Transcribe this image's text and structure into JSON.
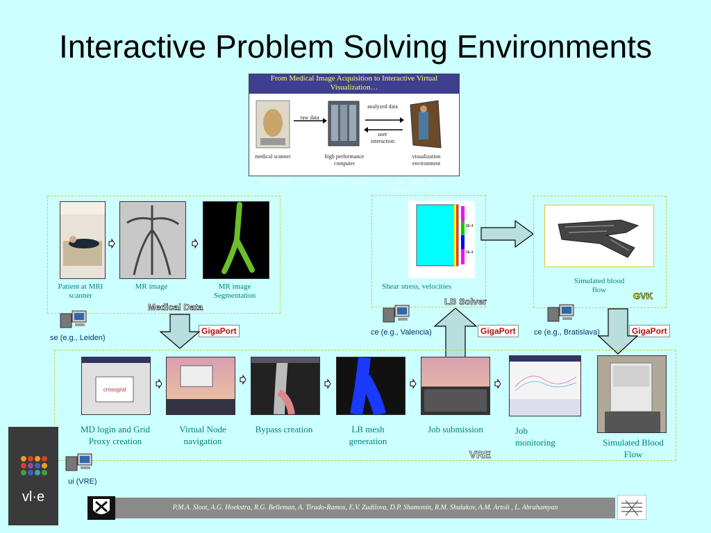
{
  "title": "Interactive Problem Solving Environments",
  "panel": {
    "header": "From Medical Image Acquisition to Interactive Virtual Visualization…",
    "raw_data": "raw data",
    "analyzed_data": "analyzed data",
    "user_interaction": "user interaction",
    "medical_scanner": "medical scanner",
    "hpc": "high performance computer",
    "viz_env": "visualization environment"
  },
  "stray_labels": [
    "MRI, PET",
    "Beowulf Cluster",
    "Cave, Wall, PC, PDA"
  ],
  "medical": {
    "captions": [
      "Patient at MRI scanner",
      "MR image",
      "MR image Segmentation"
    ],
    "section_label": "Medical Data",
    "service": "se (e.g., Leiden)"
  },
  "solver": {
    "caption": "Shear stress, velocities",
    "section_label": "LB Solver",
    "service": "ce (e.g., Valencia)",
    "plot_legend": [
      "8E-4",
      "6E-4"
    ]
  },
  "visual": {
    "caption": "Simulated blood flow",
    "section_label": "GVK",
    "service": "ce (e.g., Bratislava)"
  },
  "gigaport": "GigaPort",
  "vre": {
    "steps": [
      "MD login and Grid Proxy creation",
      "Virtual Node navigation",
      "Bypass creation",
      "LB mesh generation",
      "Job submission",
      "Job monitoring",
      "Simulated Blood Flow"
    ],
    "section_label": "VRE",
    "service": "ui (VRE)",
    "login_logo": "crossgrid"
  },
  "logo_text": "vl·e",
  "footer": "P.M.A. Sloot, A.G. Hoekstra, R.G. Belleman, A. Tirado-Ramos, E.V. Zudilova, D.P. Shamonin, R.M. Shulakov, A.M. Artoli , L. Abrahamyan",
  "colors": {
    "background": "#ccffff",
    "caption": "#008080",
    "dashed": "#cccc33",
    "arrow_fill": "#b8dede"
  }
}
